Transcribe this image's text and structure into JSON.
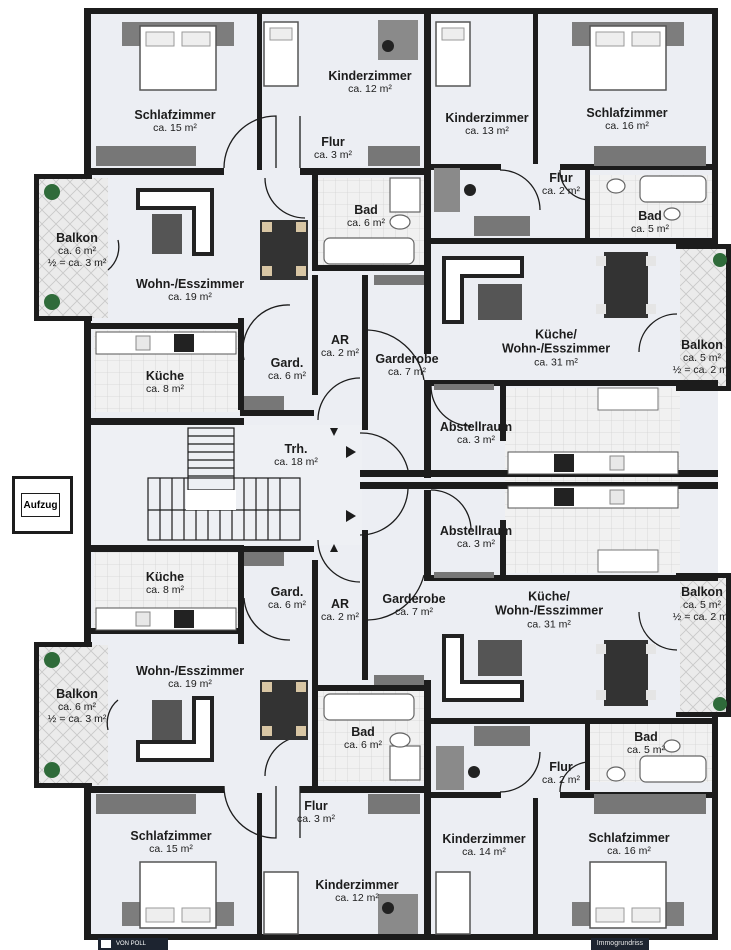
{
  "rooms": {
    "top_left": {
      "schlaf": {
        "name": "Schlafzimmer",
        "area": "ca. 15 m²"
      },
      "kinder": {
        "name": "Kinderzimmer",
        "area": "ca. 12 m²"
      },
      "flur": {
        "name": "Flur",
        "area": "ca. 3 m²"
      },
      "balkon": {
        "name": "Balkon",
        "area": "ca. 6 m²",
        "extra": "½ = ca. 3 m²"
      },
      "wohn": {
        "name": "Wohn-/Esszimmer",
        "area": "ca. 19 m²"
      },
      "bad": {
        "name": "Bad",
        "area": "ca. 6 m²"
      },
      "kueche": {
        "name": "Küche",
        "area": "ca. 8 m²"
      },
      "gard": {
        "name": "Gard.",
        "area": "ca. 6 m²"
      },
      "ar": {
        "name": "AR",
        "area": "ca. 2 m²"
      }
    },
    "top_right": {
      "kinder": {
        "name": "Kinderzimmer",
        "area": "ca. 13 m²"
      },
      "schlaf": {
        "name": "Schlafzimmer",
        "area": "ca. 16 m²"
      },
      "flur": {
        "name": "Flur",
        "area": "ca. 2 m²"
      },
      "bad": {
        "name": "Bad",
        "area": "ca. 5 m²"
      },
      "kueche": {
        "name1": "Küche/",
        "name2": "Wohn-/Esszimmer",
        "area": "ca. 31 m²"
      },
      "balkon": {
        "name": "Balkon",
        "area": "ca. 5 m²",
        "extra": "½ = ca. 2 m²"
      },
      "garderobe": {
        "name": "Garderobe",
        "area": "ca. 7 m²"
      },
      "abstell": {
        "name": "Abstellraum",
        "area": "ca. 3 m²"
      }
    },
    "center": {
      "trh": {
        "name": "Trh.",
        "area": "ca. 18 m²"
      },
      "aufzug": "Aufzug"
    },
    "bottom_left": {
      "kueche": {
        "name": "Küche",
        "area": "ca. 8 m²"
      },
      "gard": {
        "name": "Gard.",
        "area": "ca. 6 m²"
      },
      "ar": {
        "name": "AR",
        "area": "ca. 2 m²"
      },
      "wohn": {
        "name": "Wohn-/Esszimmer",
        "area": "ca. 19 m²"
      },
      "balkon": {
        "name": "Balkon",
        "area": "ca. 6 m²",
        "extra": "½ = ca. 3 m²"
      },
      "bad": {
        "name": "Bad",
        "area": "ca. 6 m²"
      },
      "flur": {
        "name": "Flur",
        "area": "ca. 3 m²"
      },
      "schlaf": {
        "name": "Schlafzimmer",
        "area": "ca. 15 m²"
      },
      "kinder": {
        "name": "Kinderzimmer",
        "area": "ca. 12 m²"
      }
    },
    "bottom_right": {
      "abstell": {
        "name": "Abstellraum",
        "area": "ca. 3 m²"
      },
      "garderobe": {
        "name": "Garderobe",
        "area": "ca. 7 m²"
      },
      "kueche": {
        "name1": "Küche/",
        "name2": "Wohn-/Esszimmer",
        "area": "ca. 31 m²"
      },
      "balkon": {
        "name": "Balkon",
        "area": "ca. 5 m²",
        "extra": "½ = ca. 2 m²"
      },
      "bad": {
        "name": "Bad",
        "area": "ca. 5 m²"
      },
      "flur": {
        "name": "Flur",
        "area": "ca. 2 m²"
      },
      "kinder": {
        "name": "Kinderzimmer",
        "area": "ca. 14 m²"
      },
      "schlaf": {
        "name": "Schlafzimmer",
        "area": "ca. 16 m²"
      }
    }
  },
  "footer": {
    "brand": "VON POLL",
    "watermark": "Immogrundriss"
  },
  "colors": {
    "wall": "#1c1c1c",
    "floor": "#eceef3",
    "tile": "#e4e4e4",
    "bed": "#7d7d7d",
    "plant": "#2f6b3a"
  }
}
